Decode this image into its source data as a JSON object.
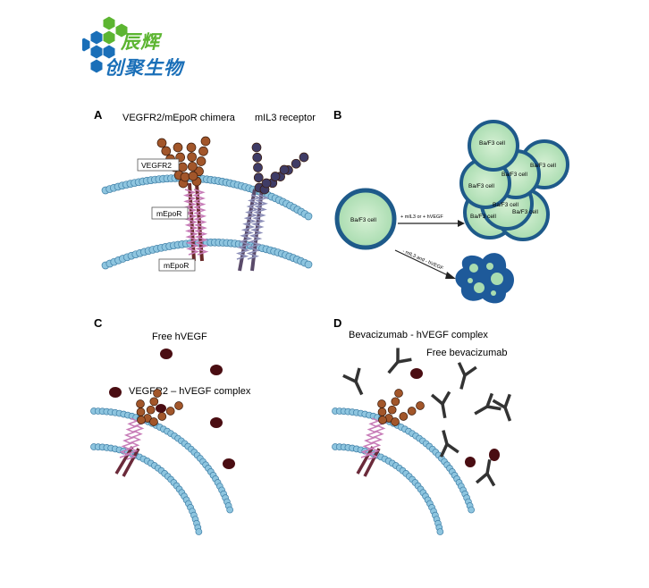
{
  "logo": {
    "line1": "辰辉",
    "line2": "创聚生物",
    "hex_colors": [
      "#5cb531",
      "#1a6fb8"
    ]
  },
  "panel_a": {
    "letter": "A",
    "chimera_label": "VEGFR2/mEpoR chimera",
    "receptor_label": "mIL3 receptor",
    "box_vegfr2": "VEGFR2",
    "box_mepor_upper": "mEpoR",
    "box_mepor_lower": "mEpoR"
  },
  "panel_b": {
    "letter": "B",
    "cell_single": "Ba/F3 cell",
    "arrow_top": "+ mIL3 or + hVEGF",
    "arrow_bottom": "- mIL3 and - hVEGF",
    "cluster_cells": [
      "Ba/F3 cell",
      "Ba/F3 cell",
      "Ba/F3 cell",
      "Ba/F3 cell",
      "Ba/F3 cell",
      "Ba/F3 cell",
      "Ba/F3 cell"
    ]
  },
  "panel_c": {
    "letter": "C",
    "free_label": "Free hVEGF",
    "complex_label": "VEGFR2 – hVEGF complex"
  },
  "panel_d": {
    "letter": "D",
    "complex_label": "Bevacizumab - hVEGF complex",
    "free_label": "Free bevacizumab"
  },
  "colors": {
    "membrane": "#8ec5df",
    "membrane_stroke": "#3e7ea6",
    "vegfr2_bead": "#a2562a",
    "il3_bead": "#3f3c66",
    "mepor_coil": "#c77bb7",
    "il3_coil": "#8d8fb8",
    "cell_fill": "#bde3c0",
    "cell_ring": "#1e5a8a",
    "hvegf": "#4a0d12",
    "antibody": "#333333"
  }
}
